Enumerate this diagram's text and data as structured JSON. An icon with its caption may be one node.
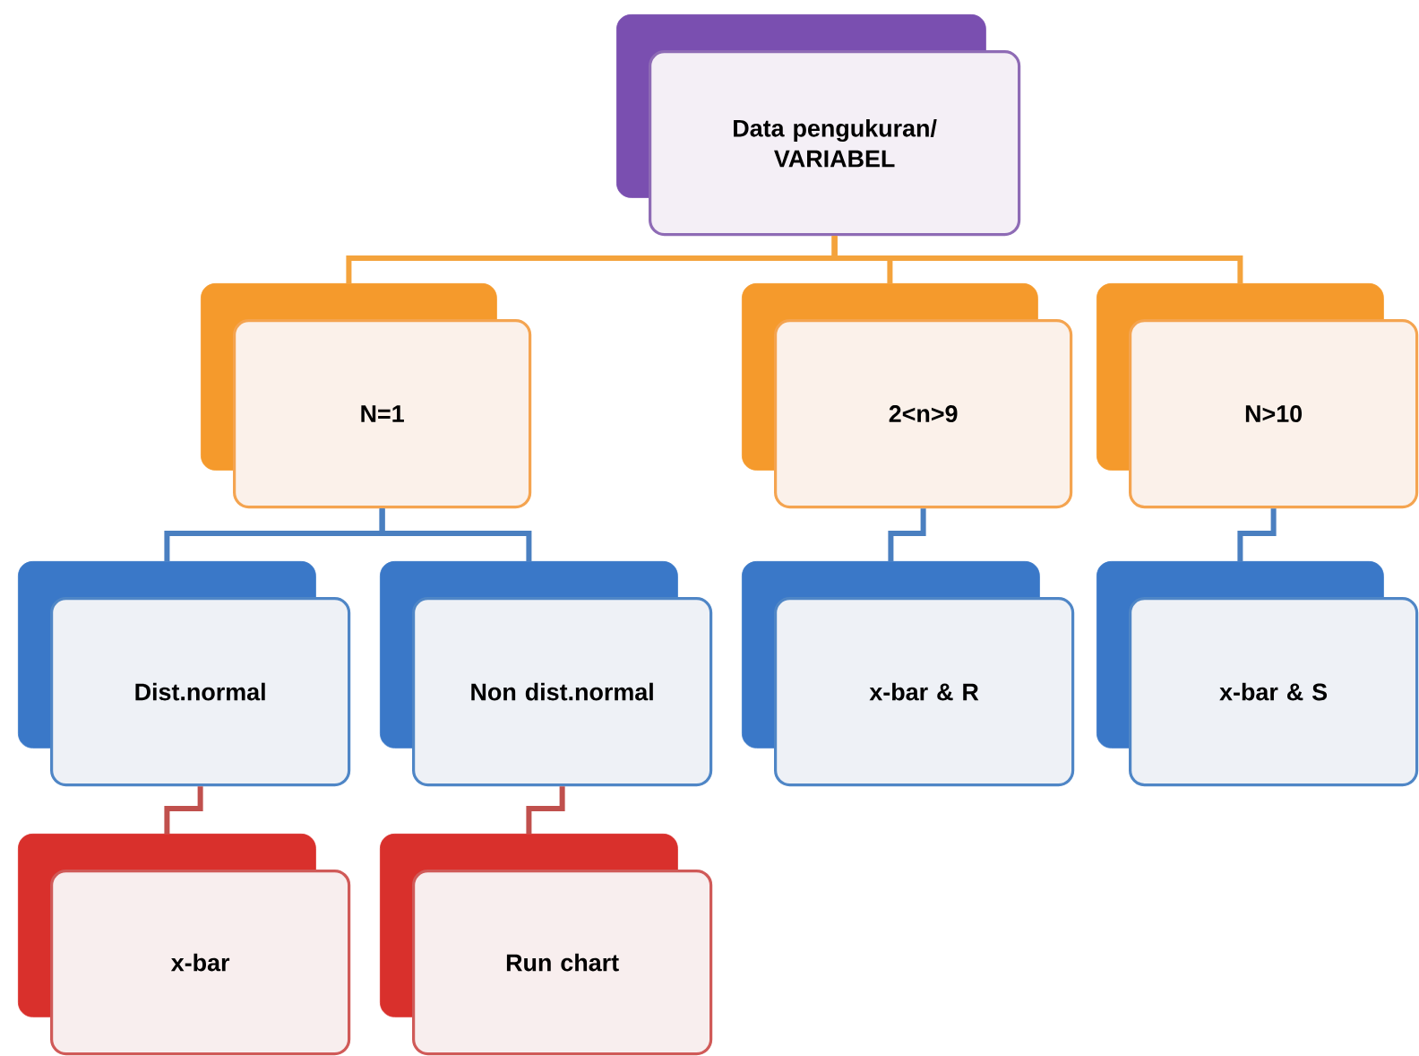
{
  "diagram": {
    "nodes": [
      {
        "text": [
          "Data pengukuran/ VARIABEL"
        ]
      },
      {
        "text": [
          "N=1"
        ]
      },
      {
        "text": [
          "2<n>9"
        ]
      },
      {
        "text": [
          "N>10"
        ]
      },
      {
        "text": [
          "Dist.normal"
        ]
      },
      {
        "text": [
          "Non dist.normal"
        ]
      },
      {
        "text": [
          "x-bar & R"
        ]
      },
      {
        "text": [
          "x-bar & S"
        ]
      },
      {
        "text": [
          "x-bar"
        ]
      },
      {
        "text": [
          "Run chart"
        ]
      }
    ],
    "edges": [
      {
        "from": 0,
        "to": 1,
        "arrow": "none",
        "color": "#f4a33c"
      },
      {
        "from": 0,
        "to": 2,
        "arrow": "none",
        "color": "#f4a33c"
      },
      {
        "from": 0,
        "to": 3,
        "arrow": "none",
        "color": "#f4a33c"
      },
      {
        "from": 1,
        "to": 4,
        "arrow": "none"
      },
      {
        "from": 1,
        "to": 5,
        "arrow": "none"
      },
      {
        "from": 2,
        "to": 6,
        "arrow": "none"
      },
      {
        "from": 3,
        "to": 7,
        "arrow": "none"
      },
      {
        "from": 4,
        "to": 8,
        "arrow": "none",
        "color": "#c0504d"
      },
      {
        "from": 5,
        "to": 9,
        "arrow": "none",
        "color": "#c0504d"
      }
    ]
  }
}
